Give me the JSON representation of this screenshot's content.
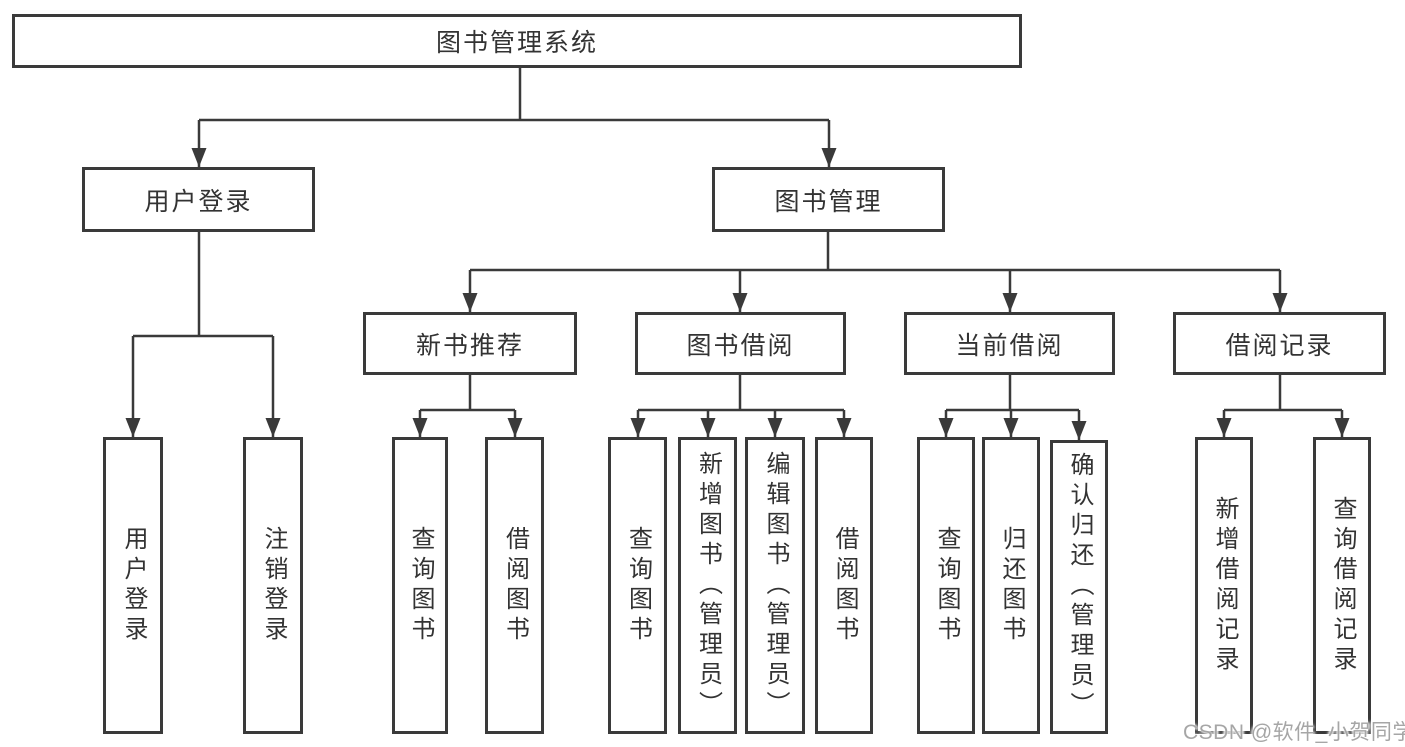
{
  "diagram": {
    "tree": {
      "label": "图书管理系统",
      "children": [
        {
          "label": "用户登录",
          "children": [
            {
              "label": "用户登录"
            },
            {
              "label": "注销登录"
            }
          ]
        },
        {
          "label": "图书管理",
          "children": [
            {
              "label": "新书推荐",
              "children": [
                {
                  "label": "查询图书"
                },
                {
                  "label": "借阅图书"
                }
              ]
            },
            {
              "label": "图书借阅",
              "children": [
                {
                  "label": "查询图书"
                },
                {
                  "label": "新增图书（管理员）"
                },
                {
                  "label": "编辑图书（管理员）"
                },
                {
                  "label": "借阅图书"
                }
              ]
            },
            {
              "label": "当前借阅",
              "children": [
                {
                  "label": "查询图书"
                },
                {
                  "label": "归还图书"
                },
                {
                  "label": "确认归还（管理员）"
                }
              ]
            },
            {
              "label": "借阅记录",
              "children": [
                {
                  "label": "新增借阅记录"
                },
                {
                  "label": "查询借阅记录"
                }
              ]
            }
          ]
        }
      ]
    },
    "colors": {
      "line": "#3a3a3a",
      "text": "#333333",
      "box_background": "#ffffff",
      "watermark": "#a6a6a6"
    }
  },
  "watermark": {
    "text": "CSDN @软件_小贺同学"
  }
}
